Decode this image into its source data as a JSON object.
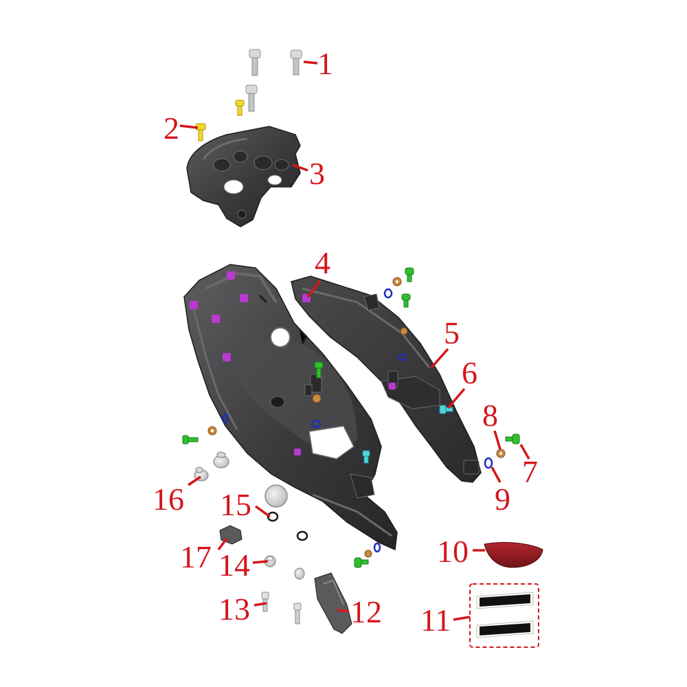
{
  "diagram": {
    "callouts": [
      {
        "id": "1",
        "label": "1"
      },
      {
        "id": "2",
        "label": "2"
      },
      {
        "id": "3",
        "label": "3"
      },
      {
        "id": "4",
        "label": "4"
      },
      {
        "id": "5",
        "label": "5"
      },
      {
        "id": "6",
        "label": "6"
      },
      {
        "id": "7",
        "label": "7"
      },
      {
        "id": "8",
        "label": "8"
      },
      {
        "id": "9",
        "label": "9"
      },
      {
        "id": "10",
        "label": "10"
      },
      {
        "id": "11",
        "label": "11"
      },
      {
        "id": "12",
        "label": "12"
      },
      {
        "id": "13",
        "label": "13"
      },
      {
        "id": "14",
        "label": "14"
      },
      {
        "id": "15",
        "label": "15"
      },
      {
        "id": "16",
        "label": "16"
      },
      {
        "id": "17",
        "label": "17"
      }
    ],
    "colors": {
      "callout": "#d4161c",
      "part_body": "#3c3c3e",
      "part_light": "#5a5a5c",
      "screw_silver": "#c8cacc",
      "screw_yellow": "#f2d82a",
      "screw_green": "#2fbf2f",
      "clip_magenta": "#b93ad1",
      "ring_blue": "#1c2fb8",
      "washer_copper": "#c98a3e",
      "screw_cyan": "#4fd6e0",
      "reflector_red": "#8f1d22"
    }
  }
}
